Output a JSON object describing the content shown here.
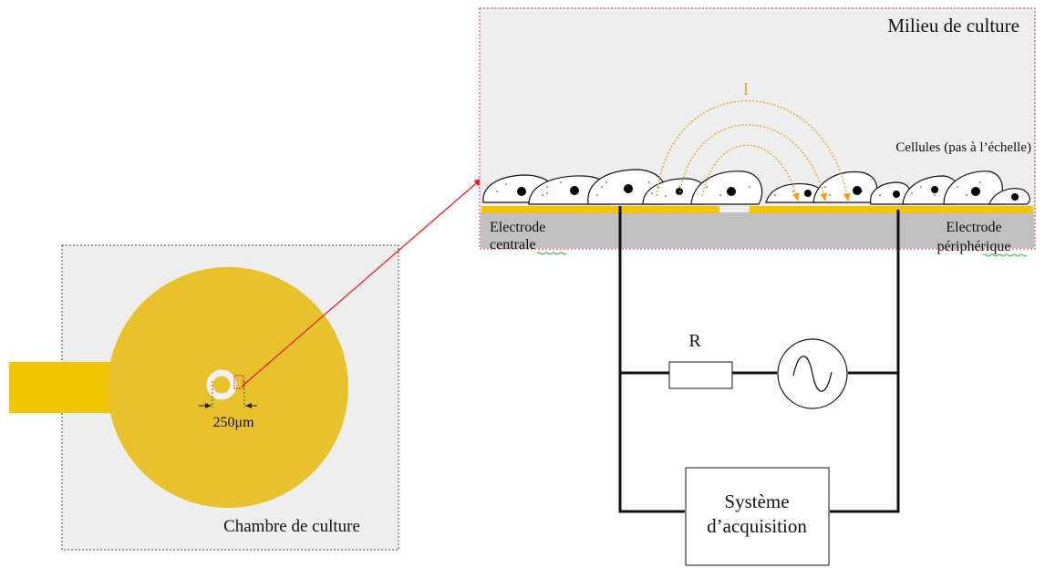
{
  "chamber": {
    "label": "Chambre de culture",
    "scale_label": "250μm"
  },
  "zoom": {
    "medium_label": "Milieu de culture",
    "current_label": "I",
    "cells_label": "Cellules (pas à l’échelle)",
    "electrode_central_line1": "Electrode",
    "electrode_central_line2": "centrale",
    "electrode_peripheral_line1": "Electrode",
    "electrode_peripheral_line2": "périphérique"
  },
  "circuit": {
    "resistor_label": "R",
    "source_icon": "ac-voltage-source-icon",
    "acquisition_line1": "Système",
    "acquisition_line2": "d’acquisition"
  },
  "colors": {
    "electrode_gold": "#e8c22c",
    "lead_yellow": "#f5c400",
    "panel_gray": "#eeeeee",
    "substrate_gray": "#c0c0c0",
    "zoom_border": "#e03030",
    "arrow_red": "#e82020",
    "current_orange": "#f2a93b",
    "wire": "#111111"
  }
}
